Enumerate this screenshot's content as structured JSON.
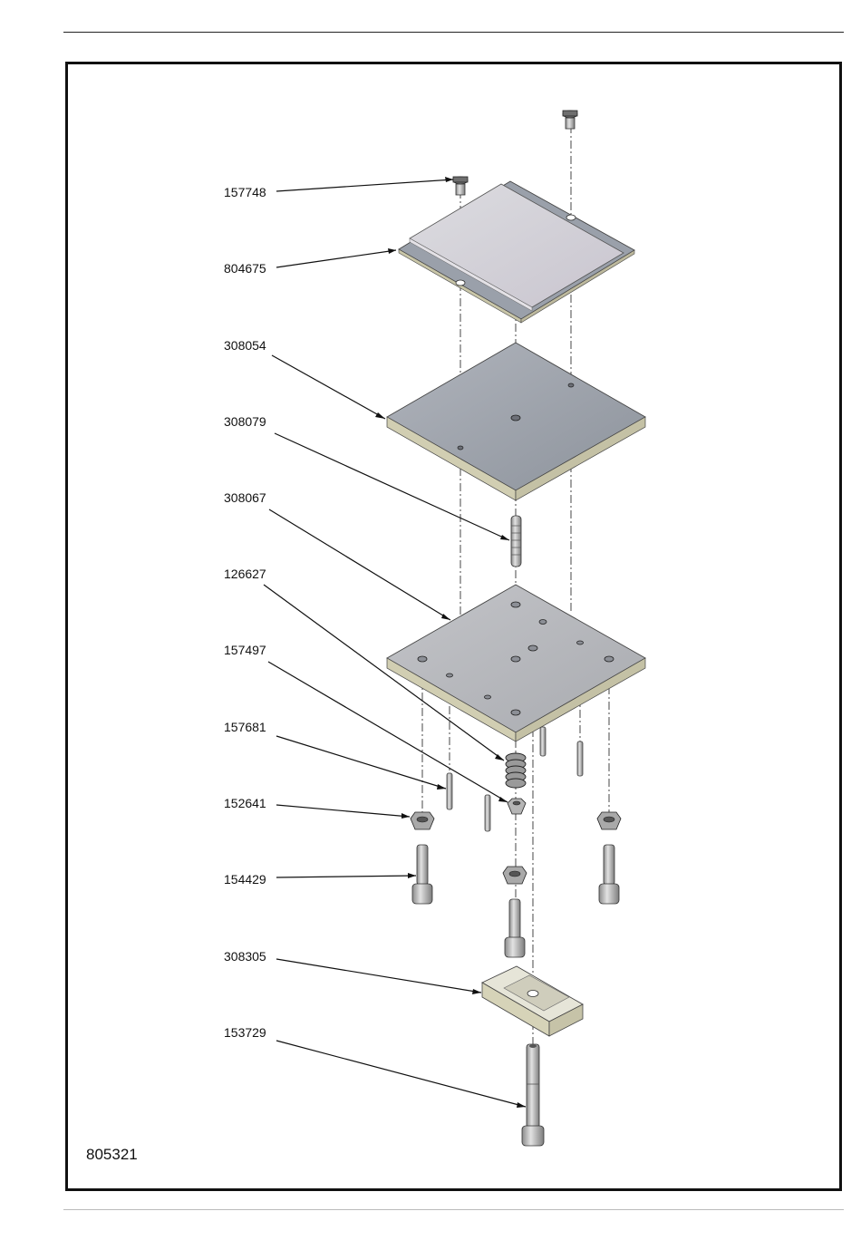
{
  "figure_number": "805321",
  "parts": [
    {
      "id": "p157748",
      "number": "157748",
      "name": "screw-top"
    },
    {
      "id": "p804675",
      "number": "804675",
      "name": "cover-plate"
    },
    {
      "id": "p308054",
      "number": "308054",
      "name": "upper-plate"
    },
    {
      "id": "p308079",
      "number": "308079",
      "name": "guide-pin"
    },
    {
      "id": "p308067",
      "number": "308067",
      "name": "base-plate"
    },
    {
      "id": "p126627",
      "number": "126627",
      "name": "spring"
    },
    {
      "id": "p157497",
      "number": "157497",
      "name": "small-nut"
    },
    {
      "id": "p157681",
      "number": "157681",
      "name": "dowel-pin"
    },
    {
      "id": "p152641",
      "number": "152641",
      "name": "hex-nut"
    },
    {
      "id": "p154429",
      "number": "154429",
      "name": "cap-screw"
    },
    {
      "id": "p308305",
      "number": "308305",
      "name": "slotted-block"
    },
    {
      "id": "p153729",
      "number": "153729",
      "name": "long-cap-screw"
    }
  ],
  "colors": {
    "plate_top_light": "#d6d1d9",
    "plate_top_dark": "#9ea3ac",
    "plate_edge": "#c9c6a8",
    "metal": "#b9b9b9",
    "frame": "#111111"
  }
}
